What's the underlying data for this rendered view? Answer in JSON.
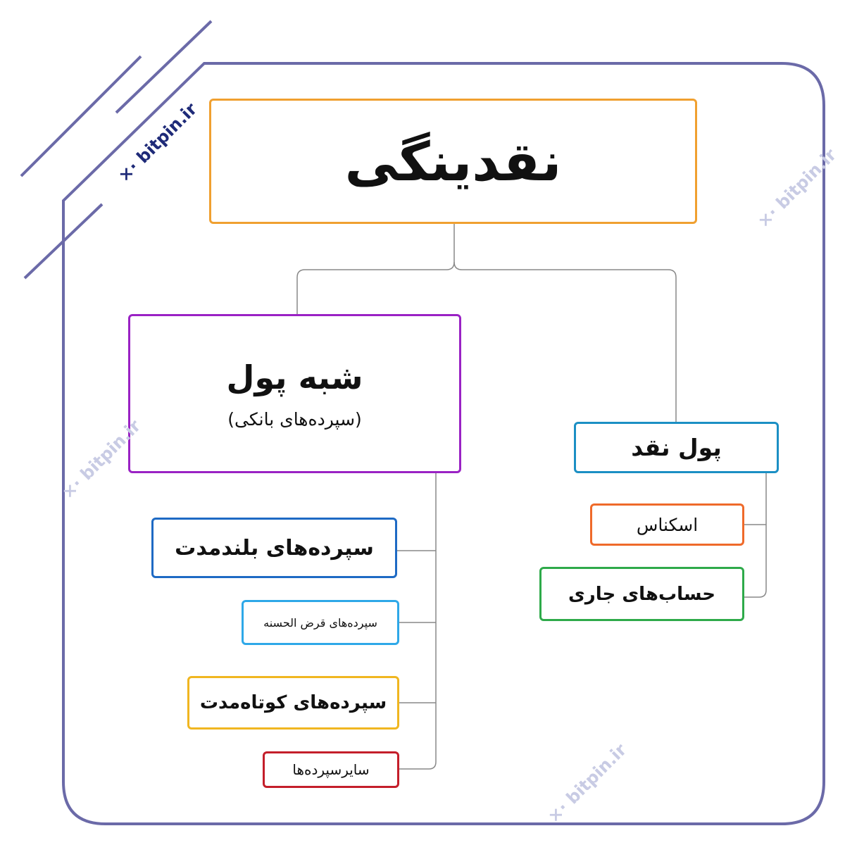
{
  "colors": {
    "frame": "#6b6aa8",
    "connector": "#888888",
    "watermark_dark": "#1e2a78",
    "watermark_light": "#c8cbe4",
    "root": "#f0a030",
    "near_money": "#9a22c4",
    "cash": "#1b8fc4",
    "bills": "#ef6a2a",
    "current_accounts": "#2eaa4a",
    "long_term": "#1e6ac4",
    "qard_hasan": "#2ea8e8",
    "short_term": "#f0b620",
    "other_deposits": "#c41e2a"
  },
  "root": {
    "title": "نقدینگی"
  },
  "near_money": {
    "title": "شبه پول",
    "subtitle": "(سپرده‌های بانکی)",
    "children": [
      "سپرده‌های بلندمدت",
      "سپرده‌های قرض الحسنه",
      "سپرده‌های کوتاه‌مدت",
      "سایرسپرده‌ها"
    ]
  },
  "cash": {
    "title": "پول نقد",
    "children": [
      "اسکناس",
      "حساب‌های جاری"
    ]
  },
  "watermark": {
    "text": "bitpin.ir",
    "icon": "bitpin-logo-icon"
  }
}
